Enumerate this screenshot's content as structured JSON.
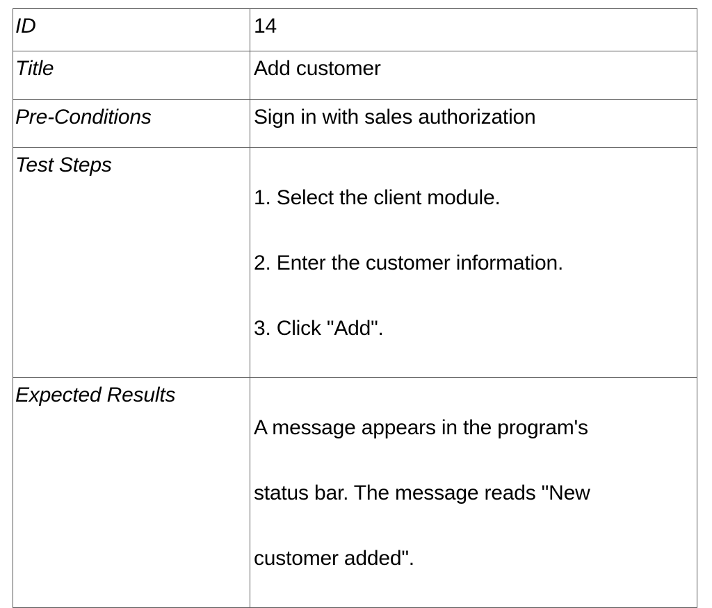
{
  "document": {
    "type": "test-case-table",
    "columns": [
      "field",
      "value"
    ],
    "colors": {
      "background": "#ffffff",
      "text": "#000000",
      "border": "#5a5a5a"
    },
    "rows": [
      {
        "label": "ID",
        "value": "14"
      },
      {
        "label": "Title",
        "value": "Add customer"
      },
      {
        "label": "Pre-Conditions",
        "value": "Sign in with sales authorization"
      },
      {
        "label": "Test Steps",
        "value": "1. Select the client module.\n2. Enter the customer information.\n3. Click \"Add\".",
        "lines": [
          "1. Select the client module.",
          "2. Enter the customer information.",
          "3. Click \"Add\"."
        ]
      },
      {
        "label": "Expected Results",
        "value": "A message appears in the program's status bar. The message reads \"New customer added\".",
        "lines": [
          "A message appears in the program's",
          "status bar. The message reads \"New",
          "customer added\"."
        ]
      }
    ]
  }
}
